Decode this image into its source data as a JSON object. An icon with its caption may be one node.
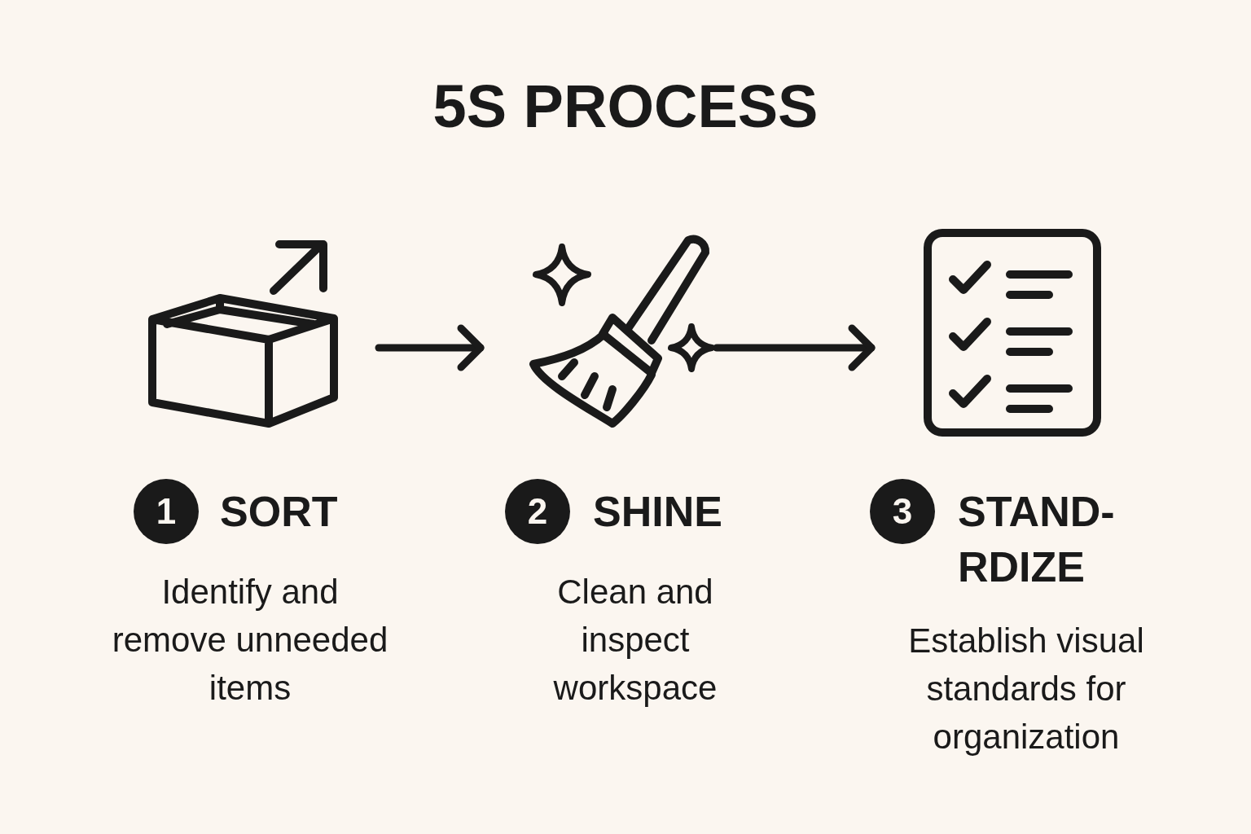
{
  "diagram": {
    "title": "5S PROCESS",
    "nodes": [
      {
        "text": [],
        "shape": "picture"
      },
      {
        "text": [],
        "shape": "picture"
      },
      {
        "text": [],
        "shape": "picture"
      },
      {
        "text": [
          "1"
        ],
        "beside": [
          "SORT",
          "Identify and remove unneeded items"
        ]
      },
      {
        "text": [
          "2"
        ],
        "beside": [
          "SHINE",
          "Clean and inspect workspace"
        ]
      },
      {
        "text": [
          "3"
        ],
        "beside": [
          "STAND- RDIZE",
          "Establish visual standards for organization"
        ]
      }
    ],
    "edges": [
      {
        "from": 0,
        "to": 1,
        "arrow": "to"
      },
      {
        "from": 1,
        "to": 2,
        "arrow": "to"
      }
    ]
  }
}
